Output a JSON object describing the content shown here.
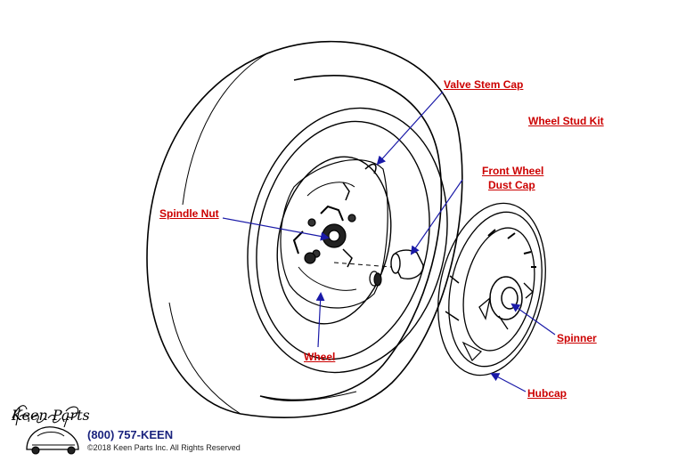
{
  "labels": {
    "valve_stem_cap": "Valve Stem Cap",
    "wheel_stud_kit": "Wheel Stud Kit",
    "front_wheel_line1": "Front Wheel",
    "front_wheel_line2": "Dust Cap",
    "spindle_nut": "Spindle Nut",
    "wheel": "Wheel",
    "spinner": "Spinner",
    "hubcap": "Hubcap"
  },
  "footer": {
    "phone": "(800) 757-KEEN",
    "copyright": "©2018 Keen Parts Inc. All Rights Reserved"
  },
  "colors": {
    "label_red": "#cc0000",
    "arrow_blue": "#1a1aa8",
    "line_black": "#000000",
    "phone_navy": "#1a237e"
  },
  "logo": {
    "wordmark": "Keen Parts"
  }
}
